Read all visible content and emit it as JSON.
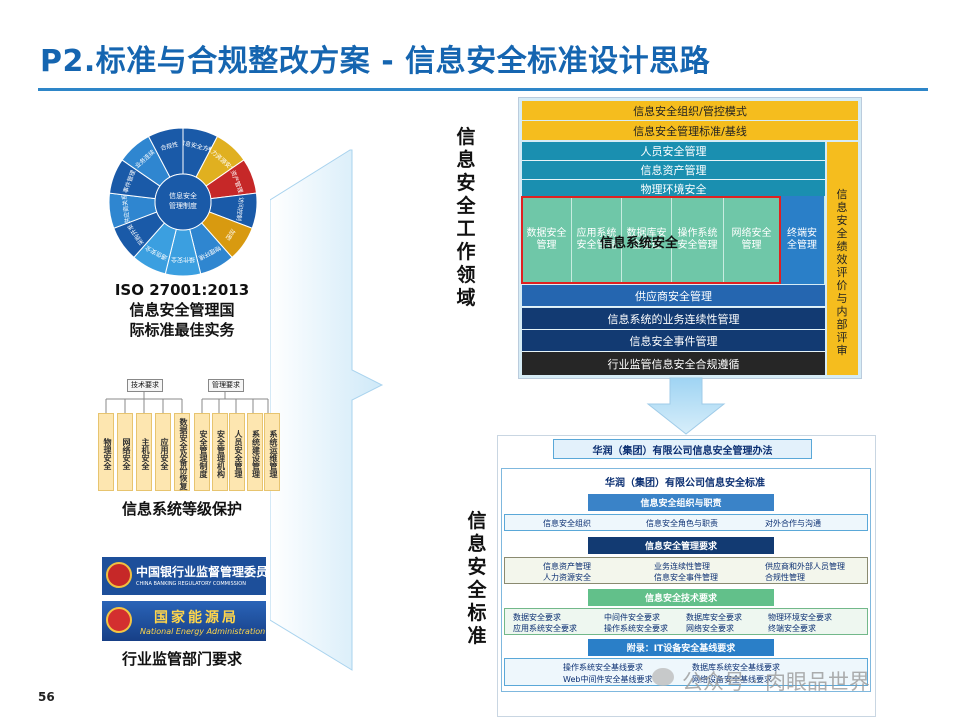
{
  "page": {
    "title": "P2.标准与合规整改方案 - 信息安全标准设计思路",
    "page_number": "56"
  },
  "left": {
    "iso_center": "信息安全管理制度",
    "iso_sectors": [
      "信息安全方针",
      "人力资源安全",
      "资产管理",
      "访问控制",
      "加密",
      "物理环境",
      "操作安全",
      "通信安全",
      "采购开发",
      "供应商关系",
      "事件管理",
      "业务连续",
      "合规性"
    ],
    "iso_caption": "ISO 27001:2013\n信息安全管理国\n际标准最佳实务",
    "level_tech": "技术要求",
    "level_mgmt": "管理要求",
    "level_tech_items": [
      "物理安全",
      "网络安全",
      "主机安全",
      "应用安全",
      "数据安全及备份恢复"
    ],
    "level_mgmt_items": [
      "安全管理制度",
      "安全管理机构",
      "人员安全管理",
      "系统建设管理",
      "系统运维管理"
    ],
    "level_caption": "信息系统等级保护",
    "cbrc_cn": "中国银行业监督管理委员会",
    "cbrc_en": "CHINA BANKING REGULATORY COMMISSION",
    "nea_cn": "国家能源局",
    "nea_en": "National Energy Administration",
    "reg_caption": "行业监管部门要求"
  },
  "work_domain": {
    "label": "信息安全工作领域",
    "top_bands": [
      "信息安全组织/管控模式",
      "信息安全管理标准/基线"
    ],
    "teal_bands": [
      "人员安全管理",
      "信息资产管理",
      "物理环境安全"
    ],
    "columns": [
      "数据安全管理",
      "应用系统安全管理",
      "数据库安全管理",
      "操作系统安全管理",
      "网络安全管理"
    ],
    "system_security": "信息系统安全",
    "terminal": "终端安全管理",
    "right_side": "信息安全绩效评价与内部评审",
    "bottom_bands": [
      "供应商安全管理",
      "信息系统的业务连续性管理",
      "信息安全事件管理",
      "行业监管信息安全合规遵循"
    ]
  },
  "standard": {
    "label": "信息安全标准",
    "measures": "华润（集团）有限公司信息安全管理办法",
    "standard_title": "华润（集团）有限公司信息安全标准",
    "sec1": "信息安全组织与职责",
    "sec1_items": [
      "信息安全组织",
      "信息安全角色与职责",
      "对外合作与沟通"
    ],
    "sec2": "信息安全管理要求",
    "sec2_items": [
      "信息资产管理",
      "业务连续性管理",
      "供应商和外部人员管理",
      "人力资源安全",
      "信息安全事件管理",
      "合规性管理"
    ],
    "sec3": "信息安全技术要求",
    "sec3_items": [
      "数据安全要求",
      "中间件安全要求",
      "数据库安全要求",
      "物理环境安全要求",
      "应用系统安全要求",
      "操作系统安全要求",
      "网络安全要求",
      "终端安全要求"
    ],
    "sec4": "附录：IT设备安全基线要求",
    "sec4_items": [
      "操作系统安全基线要求",
      "数据库系统安全基线要求",
      "Web中间件安全基线要求",
      "网络设备安全基线要求"
    ]
  },
  "watermark": "公众号 · 肉眼品世界",
  "colors": {
    "title": "#1565b0",
    "yellow": "#f5bd1e",
    "teal": "#1a8fb0",
    "navy": "#123a72",
    "green": "#6fc7a8",
    "highlight": "#e02020"
  }
}
